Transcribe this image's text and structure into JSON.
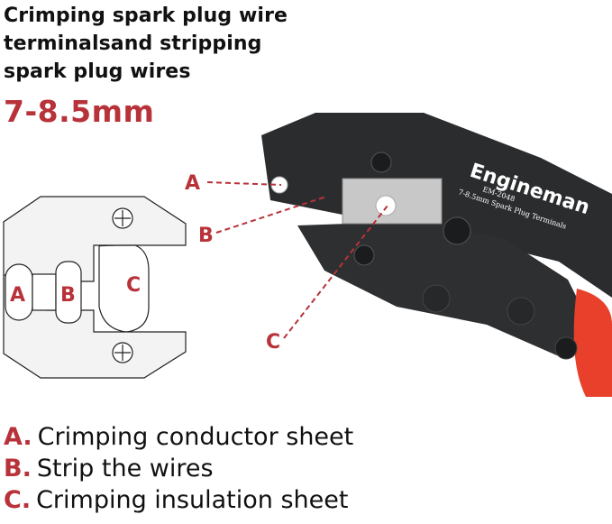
{
  "heading": {
    "lines": [
      "Crimping spark plug wire",
      "terminalsand stripping",
      "spark plug wires"
    ],
    "size_range": "7-8.5mm"
  },
  "diagram": {
    "labels": [
      "A",
      "B",
      "C"
    ],
    "callouts": [
      "A",
      "B",
      "C"
    ]
  },
  "tool": {
    "brand": "Engineman",
    "model": "EM-2048",
    "description": "7-8.5mm Spark Plug Terminals"
  },
  "legend": [
    {
      "key": "A.",
      "text": "Crimping conductor sheet"
    },
    {
      "key": "B.",
      "text": "Strip the wires"
    },
    {
      "key": "C.",
      "text": "Crimping insulation sheet"
    }
  ],
  "colors": {
    "accent": "#b8323a",
    "handle": "#e8402a",
    "tool_body": "#2a2c2e"
  }
}
